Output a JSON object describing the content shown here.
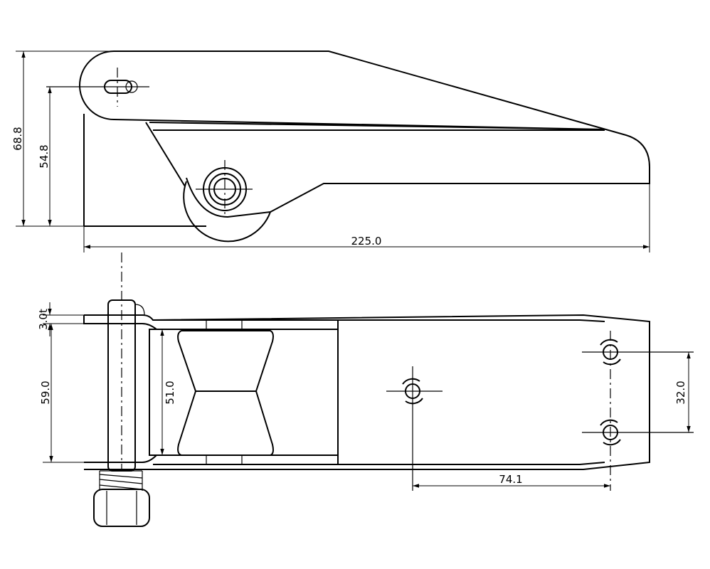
{
  "drawing": {
    "top_view": {
      "dimensions": {
        "overall_height": "68.8",
        "pin_height": "54.8",
        "overall_length": "225.0"
      }
    },
    "bottom_view": {
      "dimensions": {
        "thickness": "3.0t",
        "plate_width": "59.0",
        "roller_length": "51.0",
        "hole_spacing": "32.0",
        "hole_offset": "74.1"
      }
    },
    "colors": {
      "line": "#000000",
      "background": "#ffffff"
    }
  }
}
